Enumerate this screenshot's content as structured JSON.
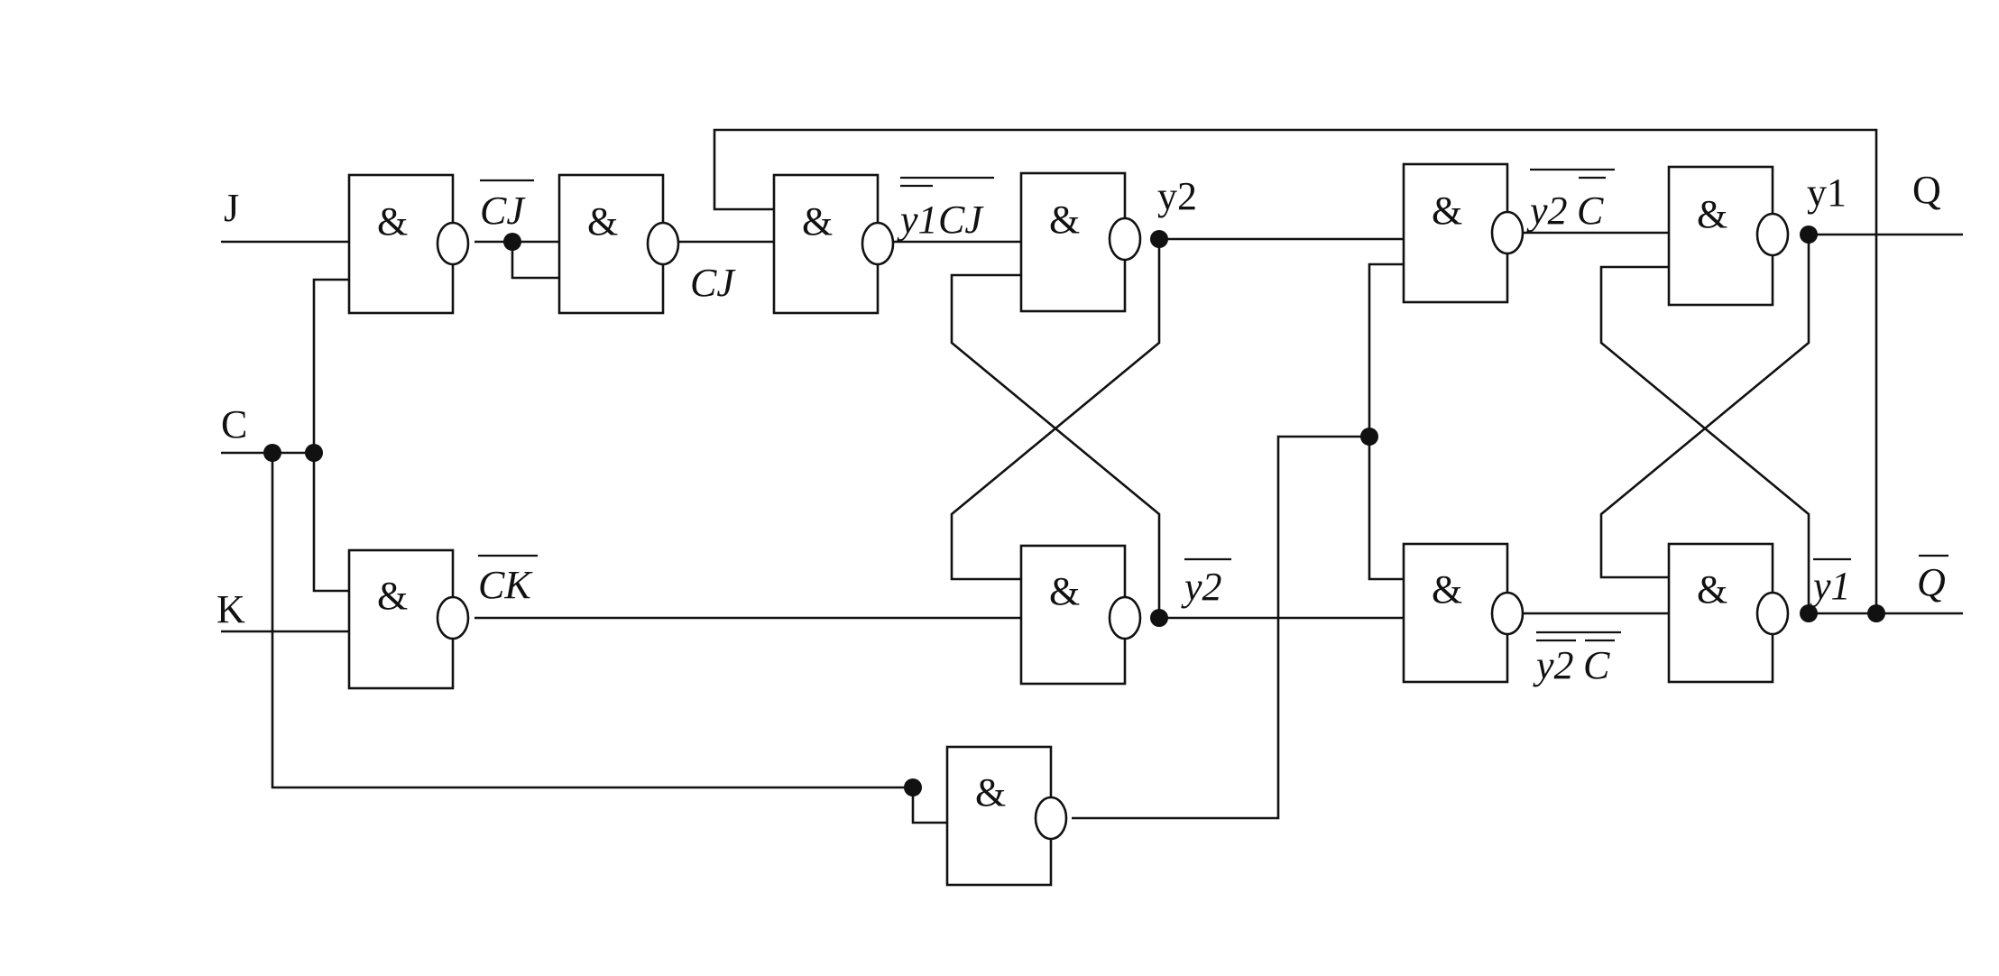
{
  "gate_symbol": "&",
  "inputs": {
    "j": "J",
    "c": "C",
    "k": "K"
  },
  "outputs": {
    "q": "Q",
    "q_bar": "Q"
  },
  "signals": {
    "cj_bar": "CJ",
    "cj": "CJ",
    "y1_bar_cj_bar_y1": "y1",
    "y1_bar_cj_bar_cj": "CJ",
    "y2": "y2",
    "ck_bar": "CK",
    "y2_bar": "y2",
    "y2_cbar_y2": "y2",
    "y2_cbar_c": "C",
    "y2bar_cbar_y2": "y2",
    "y2bar_cbar_c": "C",
    "y1": "y1",
    "y1_bar": "y1"
  }
}
